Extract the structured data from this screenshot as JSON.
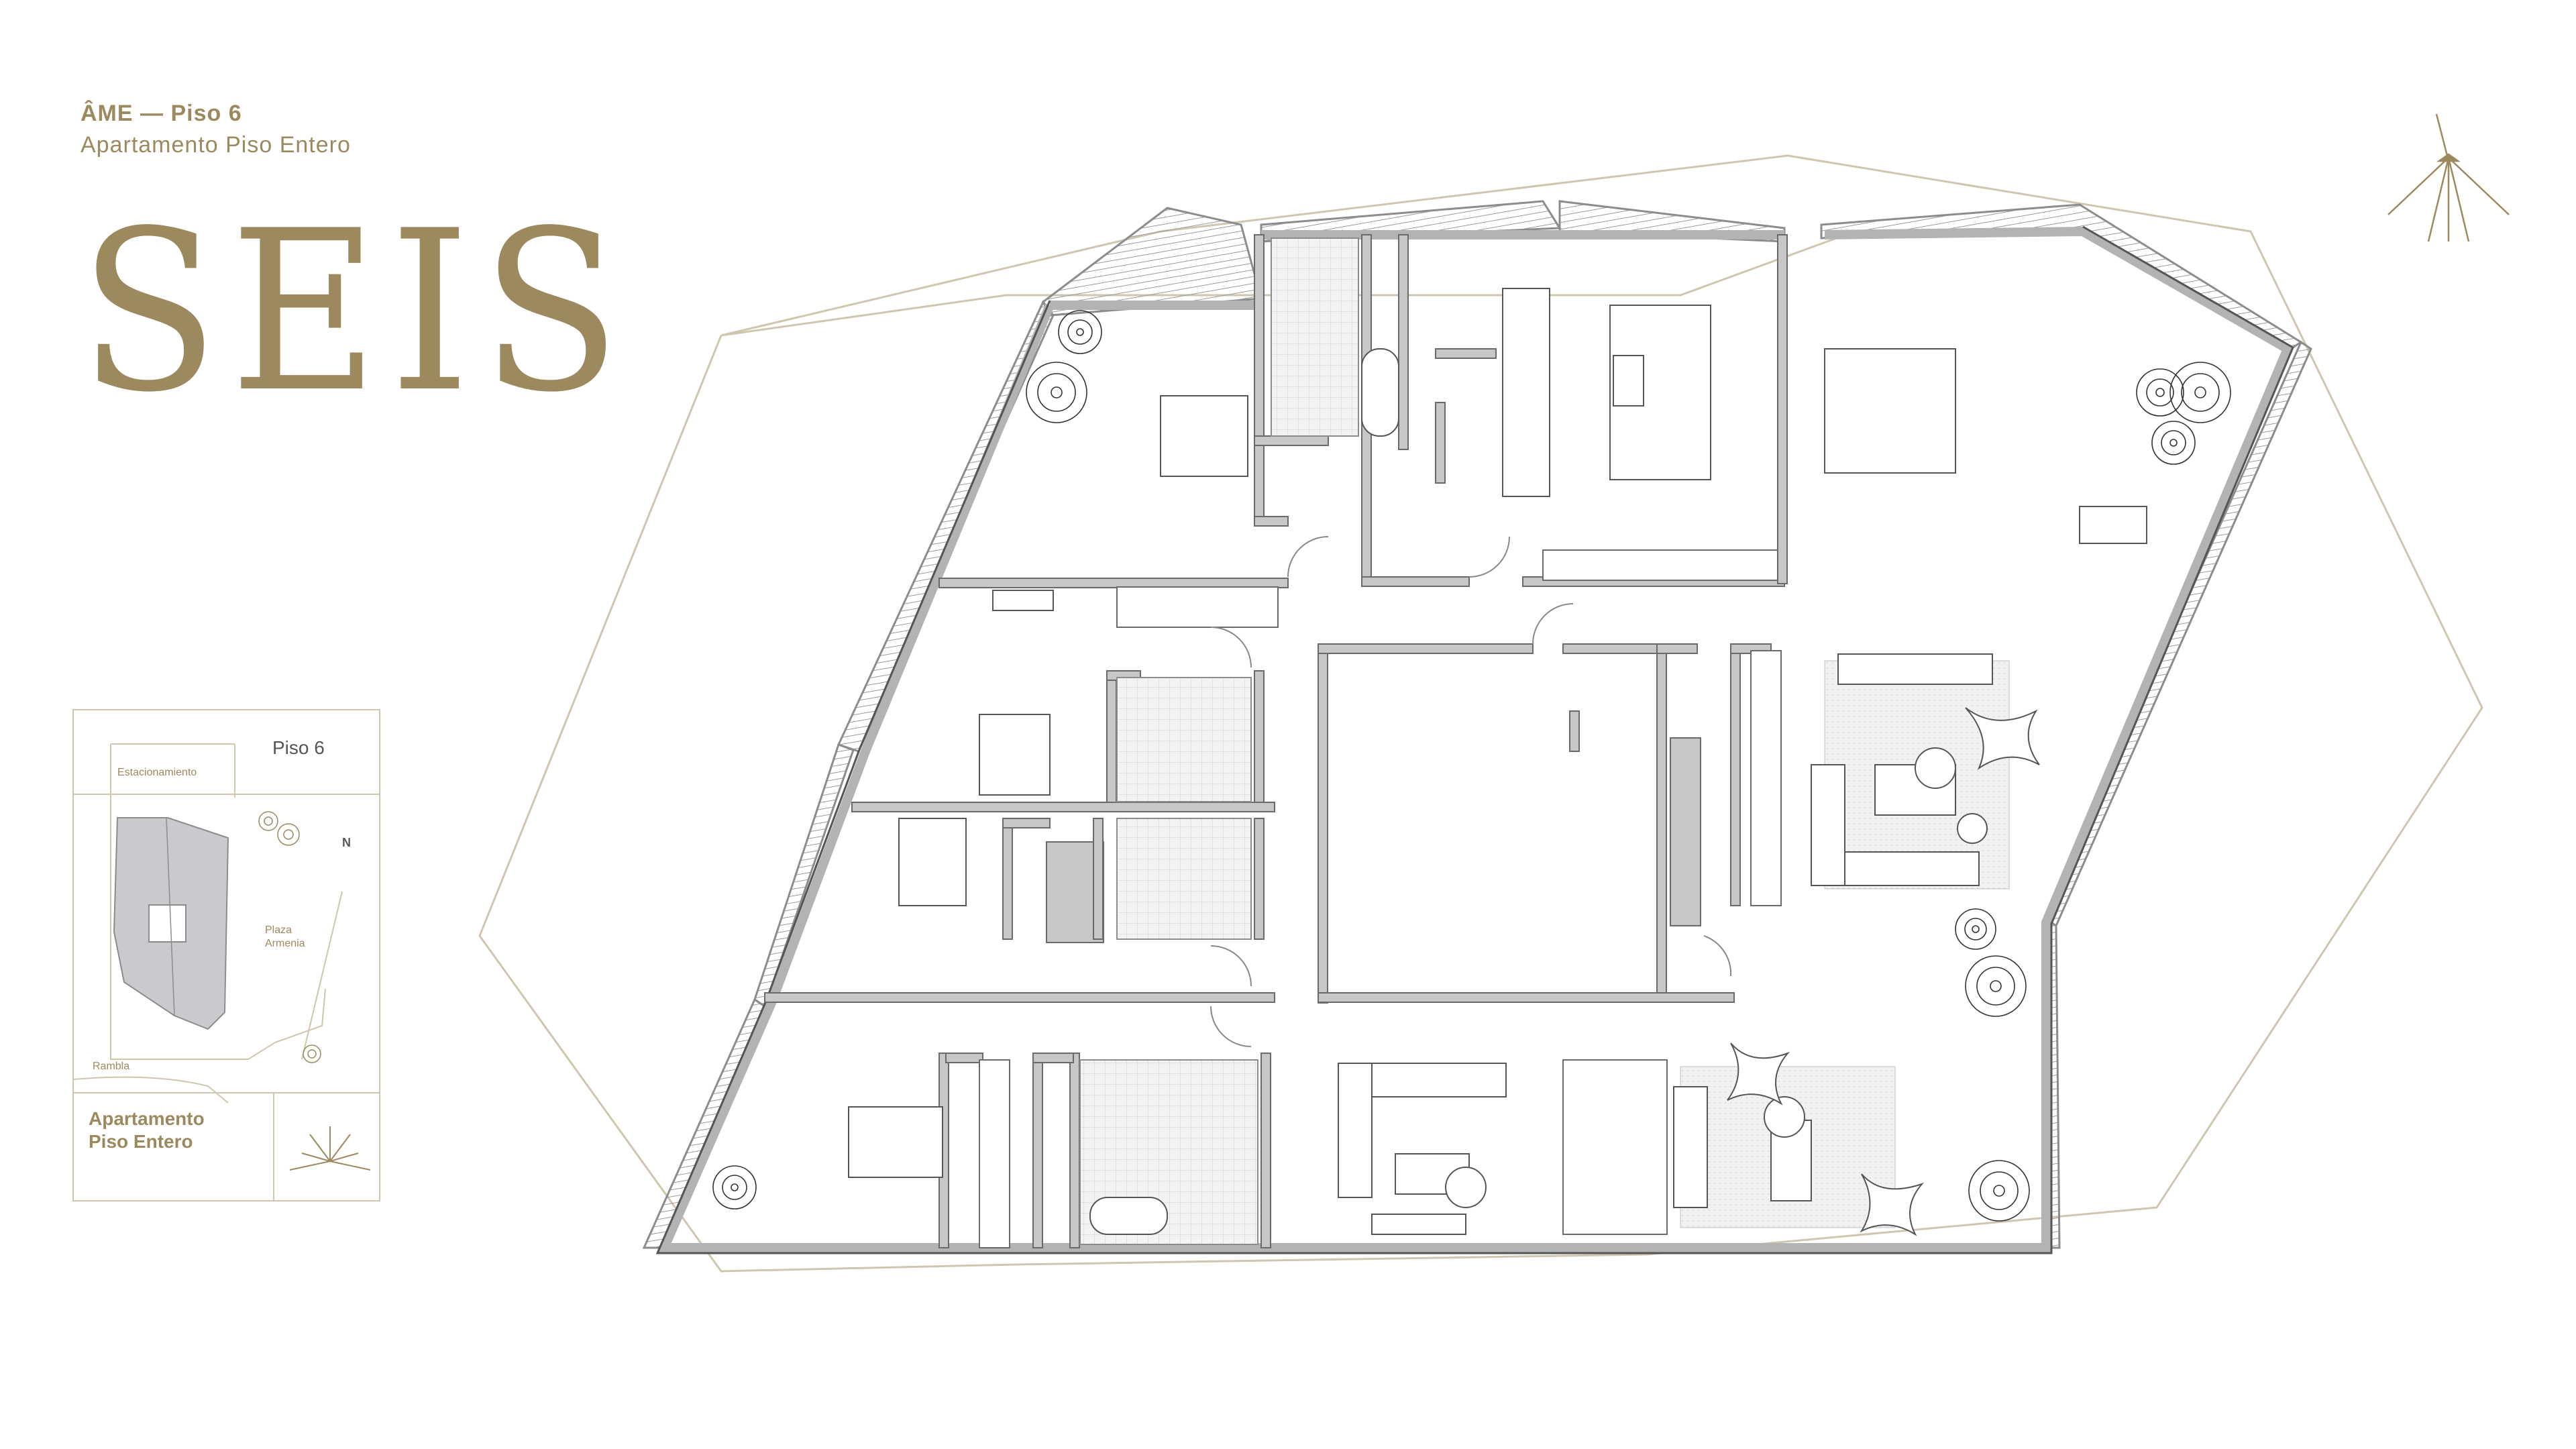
{
  "header": {
    "title": "ÂME — Piso 6",
    "subtitle": "Apartamento Piso Entero"
  },
  "brand": {
    "wordmark": "SEIS"
  },
  "key_plan": {
    "floor_label": "Piso 6",
    "parking_label": "Estacionamiento",
    "north_label": "N",
    "plaza_label_line1": "Plaza",
    "plaza_label_line2": "Armenia",
    "rambla_label": "Rambla",
    "unit_type_line1": "Apartamento",
    "unit_type_line2": "Piso Entero"
  },
  "icons": {
    "compass": "compass-icon",
    "key_plan_logo": "brand-star-icon",
    "tree": "tree-icon"
  },
  "colors": {
    "accent_gold": "#9c8a5e",
    "wall_gray": "#b9b9b9",
    "outline_beige": "#cfc6ae",
    "terrace_hatch": "#9a9a9a",
    "tile_gray": "#d9d9d9",
    "building_footprint": "#c8cacd"
  }
}
